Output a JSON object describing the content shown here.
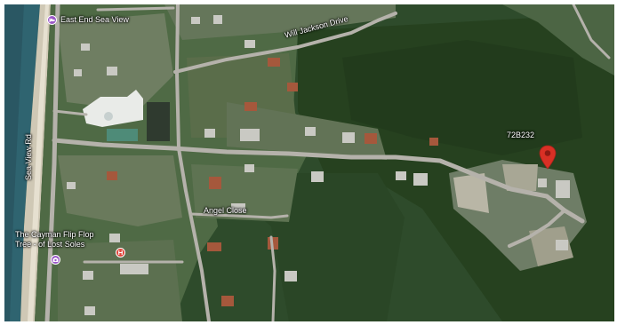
{
  "map": {
    "type": "satellite",
    "labels": {
      "east_end_sea_view": "East End Sea View",
      "will_jackson_drive": "Will Jackson Drive",
      "sea_view_rd": "Sea View Rd",
      "angel_close": "Angel Close",
      "flip_flop_line1": "The Cayman Flip Flop",
      "flip_flop_line2": "Tree - of Lost Soles",
      "parcel_label": "72B232"
    },
    "icons": {
      "lodging_poi": "bed-icon",
      "hospital_poi": "hospital-icon",
      "attraction_poi": "camera-icon",
      "location_pin": "location-pin-icon"
    },
    "colors": {
      "poi_purple": "#9b59c8",
      "poi_red": "#e0463b",
      "pin_red": "#d93025",
      "road": "#b5b2ab",
      "water": "#2f6470"
    }
  }
}
